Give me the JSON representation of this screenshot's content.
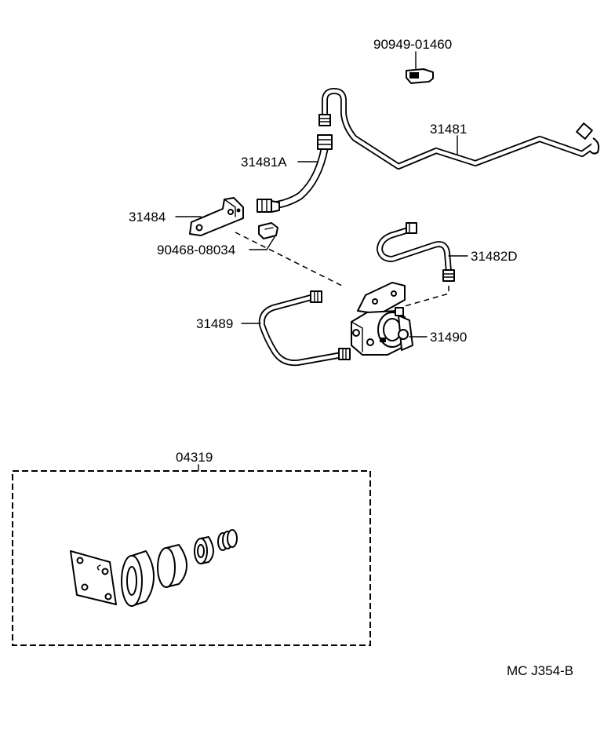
{
  "diagram": {
    "labels": {
      "p90949_01460": "90949-01460",
      "p31481": "31481",
      "p31481A": "31481A",
      "p31484": "31484",
      "p90468_08034": "90468-08034",
      "p31482D": "31482D",
      "p31489": "31489",
      "p31490": "31490",
      "p04319": "04319",
      "ref": "MC J354-B"
    }
  }
}
